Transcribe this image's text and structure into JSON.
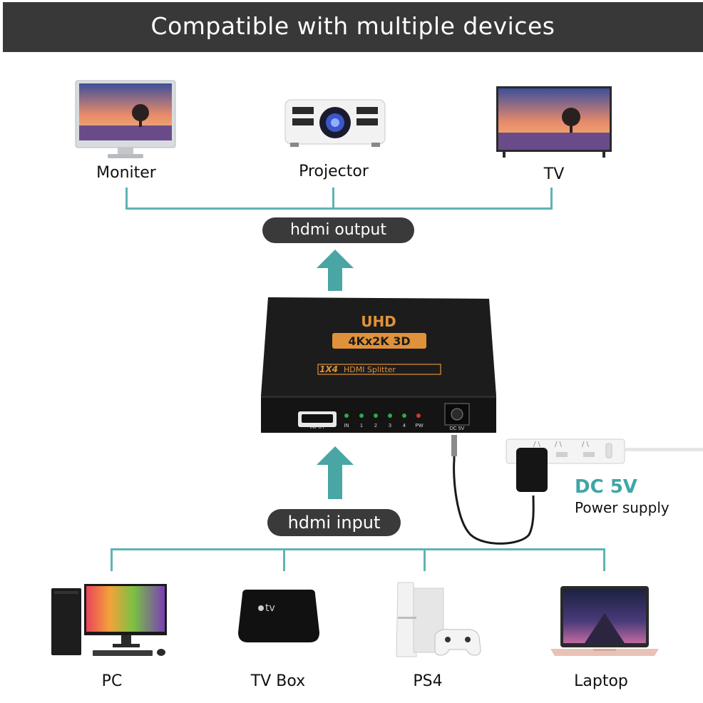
{
  "header": {
    "title": "Compatible with multiple devices"
  },
  "output_devices": [
    {
      "label": "Moniter"
    },
    {
      "label": "Projector"
    },
    {
      "label": "TV"
    }
  ],
  "output_pill": "hdmi output",
  "input_pill": "hdmi input",
  "splitter": {
    "badge_top": "UHD",
    "badge_res": "4Kx2K 3D",
    "model_num": "1X4",
    "model_name": "HDMI Splitter",
    "port_input": "INPUT",
    "led_labels": [
      "IN",
      "1",
      "2",
      "3",
      "4",
      "PW"
    ],
    "power_port": "DC 5V"
  },
  "power": {
    "title": "DC 5V",
    "subtitle": "Power supply"
  },
  "input_devices": [
    {
      "label": "PC"
    },
    {
      "label": "TV Box"
    },
    {
      "label": "PS4"
    },
    {
      "label": "Laptop"
    }
  ],
  "colors": {
    "accent": "#5fb3b3",
    "banner": "#383838",
    "pill": "#3a3a3a",
    "badge": "#e0923a"
  }
}
